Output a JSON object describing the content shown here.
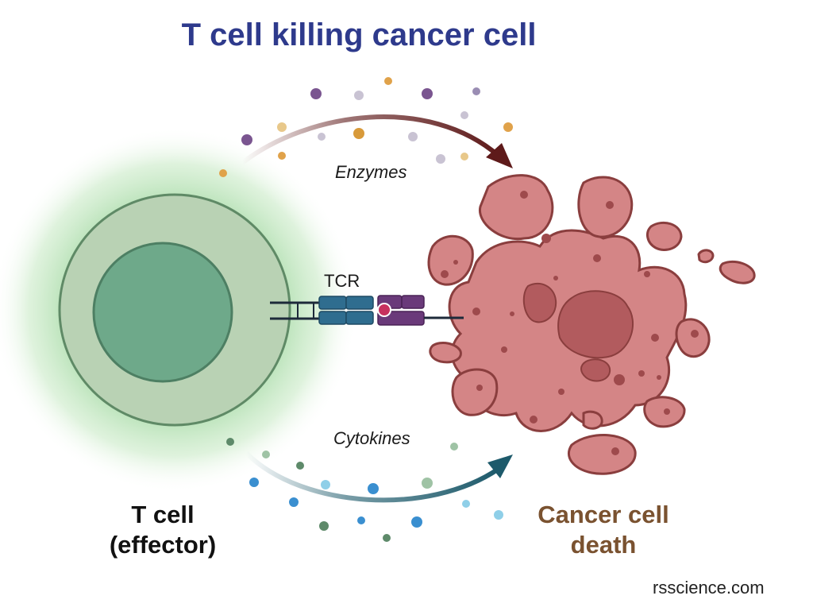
{
  "title": "T cell killing cancer cell",
  "labels": {
    "enzymes": "Enzymes",
    "cytokines": "Cytokines",
    "tcr": "TCR",
    "t_cell_line1": "T cell",
    "t_cell_line2": "(effector)",
    "cancer_line1": "Cancer cell",
    "cancer_line2": "death",
    "source": "rsscience.com"
  },
  "colors": {
    "title": "#2e3a8c",
    "t_cell_glow": "#a8dba8",
    "t_cell_membrane": "#b9d2b4",
    "t_cell_nucleus": "#6ea98a",
    "cancer_cell": "#d48586",
    "cancer_outline": "#8a3e3e",
    "cancer_label": "#7a5230",
    "enzyme_arrow": "#5e1a1a",
    "cytokine_arrow": "#1d5a6b",
    "tcr_blue": "#2f6d8f",
    "tcr_purple": "#6a3a7a",
    "antigen": "#c7315e"
  }
}
